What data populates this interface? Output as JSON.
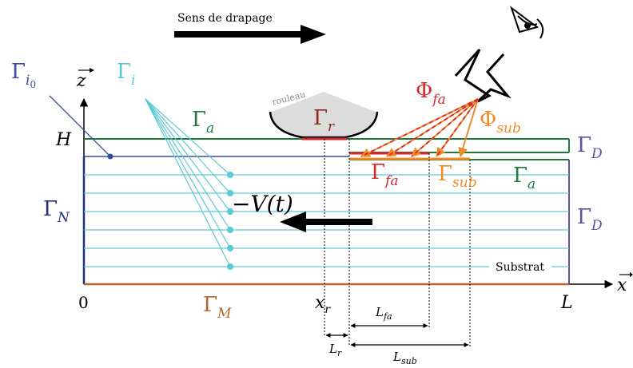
{
  "colors": {
    "black": "#000000",
    "blue": "#3a4d9c",
    "navy": "#1f2f7a",
    "cyan": "#5ec9d6",
    "green": "#1f7a3c",
    "brown": "#b8652c",
    "red": "#d8262e",
    "orange": "#f08a24",
    "purple": "#5a52a3",
    "roller": "#dcdcdc"
  },
  "labels": {
    "sens": "Sens de drapage",
    "rouleau": "rouleau",
    "substrat": "Substrat",
    "zero": "0",
    "H": "H",
    "L": "L",
    "z_axis": "z",
    "x_axis": "x",
    "V": "−V(t)",
    "gamma_i0": {
      "main": "Γ",
      "sub": "i",
      "subsub": "0"
    },
    "gamma_i": {
      "main": "Γ",
      "sub": "i"
    },
    "gamma_a_left": {
      "main": "Γ",
      "sub": "a"
    },
    "gamma_a_right": {
      "main": "Γ",
      "sub": "a"
    },
    "gamma_r": {
      "main": "Γ",
      "sub": "r"
    },
    "gamma_N": {
      "main": "Γ",
      "sub": "N"
    },
    "gamma_M": {
      "main": "Γ",
      "sub": "M"
    },
    "gamma_D_top": {
      "main": "Γ",
      "sub": "D"
    },
    "gamma_D_mid": {
      "main": "Γ",
      "sub": "D"
    },
    "gamma_fa": {
      "main": "Γ",
      "sub": "fa"
    },
    "gamma_sub": {
      "main": "Γ",
      "sub": "sub"
    },
    "phi_fa": {
      "main": "Φ",
      "sub": "fa"
    },
    "phi_sub": {
      "main": "Φ",
      "sub": "sub"
    },
    "x_r": {
      "main": "x",
      "sub": "r"
    },
    "L_r": {
      "main": "L",
      "sub": "r"
    },
    "L_fa": {
      "main": "L",
      "sub": "fa"
    },
    "L_sub": {
      "main": "L",
      "sub": "sub"
    }
  }
}
